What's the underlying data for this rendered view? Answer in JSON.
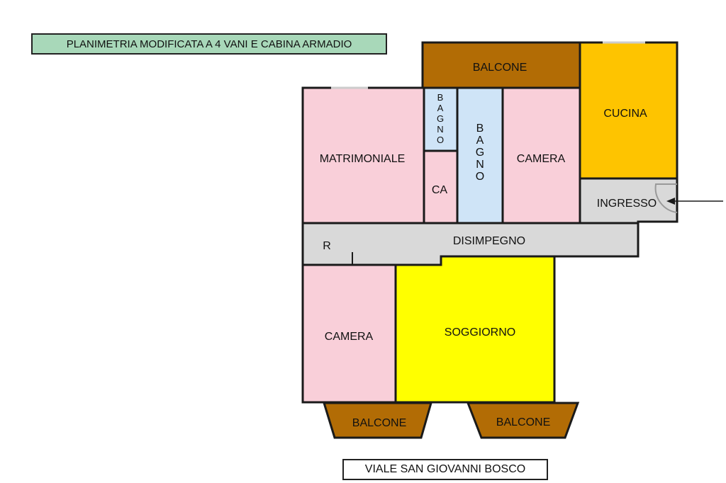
{
  "title": "PLANIMETRIA MODIFICATA A 4 VANI E CABINA ARMADIO",
  "street": "VIALE SAN GIOVANNI BOSCO",
  "rooms": {
    "balcone_top": "BALCONE",
    "cucina": "CUCINA",
    "bagno_small": "BAGNO",
    "bagno_large": "BAGNO",
    "matrimoniale": "MATRIMONIALE",
    "camera_top": "CAMERA",
    "ca": "CA",
    "ingresso": "INGRESSO",
    "disimpegno": "DISIMPEGNO",
    "r": "R",
    "camera_bottom": "CAMERA",
    "soggiorno": "SOGGIORNO",
    "balcone_bottom_left": "BALCONE",
    "balcone_bottom_right": "BALCONE"
  },
  "colors": {
    "bedroom": "#f9cfd9",
    "bathroom": "#cfe4f7",
    "kitchen": "#fec400",
    "living": "#ffff00",
    "corridor": "#d9d9d9",
    "balcony": "#b26c05",
    "title_bg": "#a8d8b9",
    "wall": "#1a1a1a"
  }
}
